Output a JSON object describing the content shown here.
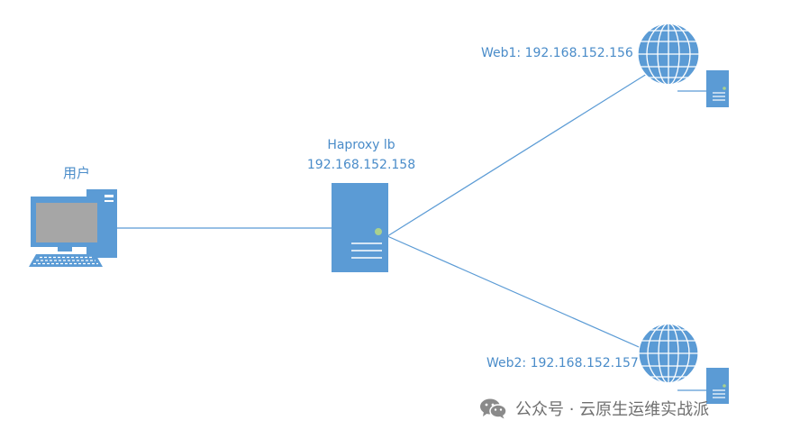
{
  "nodes": {
    "user": {
      "label": "用户"
    },
    "lb": {
      "name": "Haproxy lb",
      "ip": "192.168.152.158"
    },
    "web1": {
      "label": "Web1: 192.168.152.156"
    },
    "web2": {
      "label": "Web2: 192.168.152.157"
    }
  },
  "watermark": {
    "text": "公众号 · 云原生运维实战派"
  },
  "colors": {
    "device": "#5b9bd5",
    "line": "#5b9bd5",
    "label": "#4a8cc9",
    "indicator": "#a9d18e"
  }
}
